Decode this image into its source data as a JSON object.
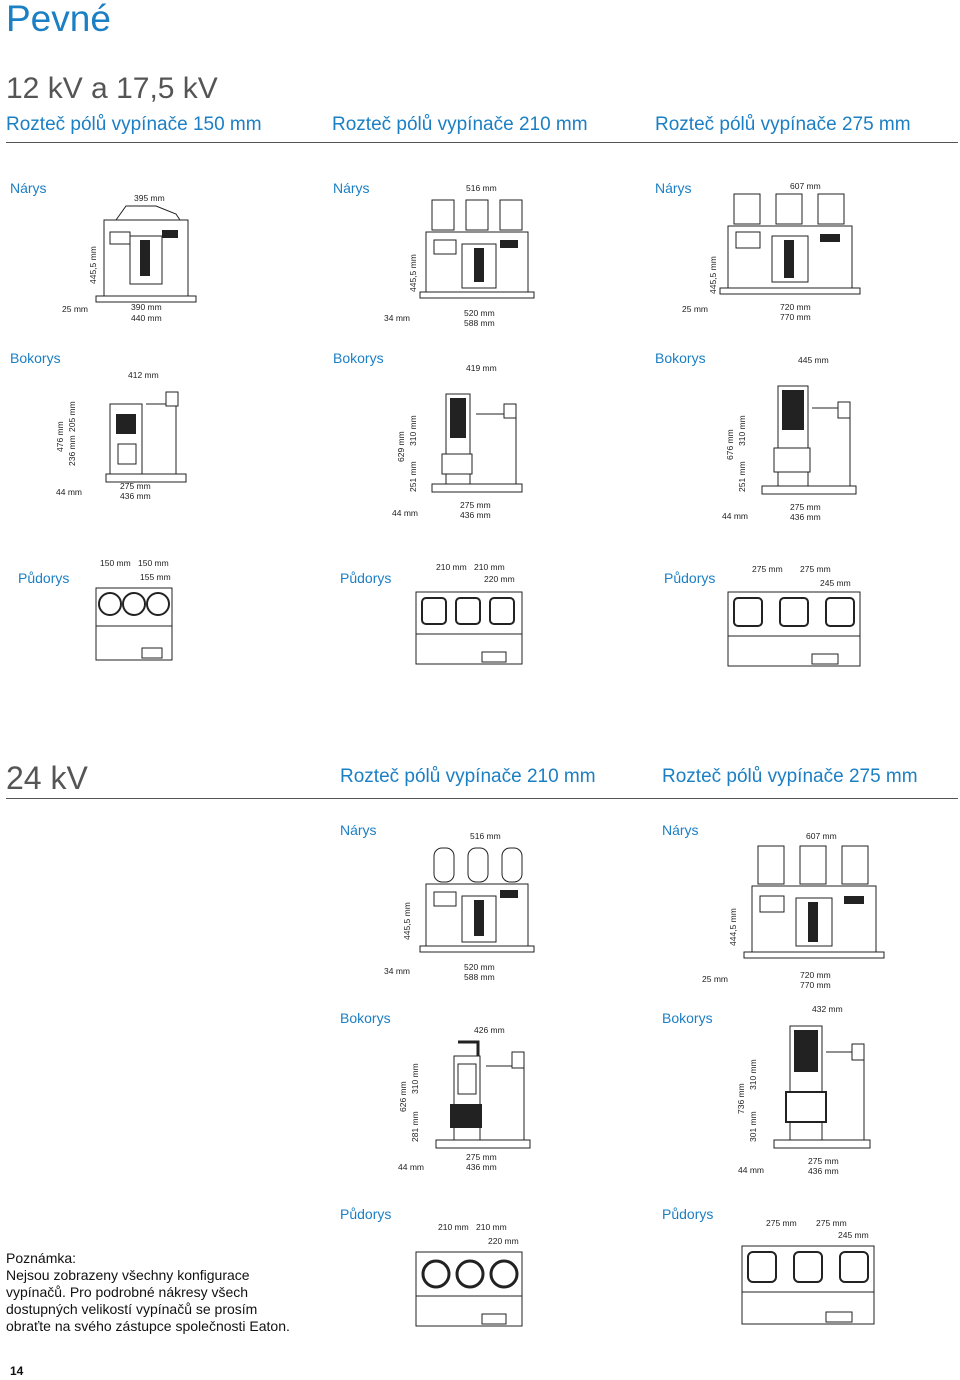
{
  "header": {
    "title": "Pevné"
  },
  "section_12kv": {
    "voltage": "12 kV a 17,5 kV",
    "spacing": [
      "Rozteč pólů vypínače 150 mm",
      "Rozteč pólů vypínače 210 mm",
      "Rozteč pólů vypínače 275 mm"
    ],
    "front": [
      {
        "label": "Nárys",
        "top": "395 mm",
        "height": "445,5 mm",
        "left": "25 mm",
        "b1": "390 mm",
        "b2": "440 mm"
      },
      {
        "label": "Nárys",
        "top": "516 mm",
        "height": "445,5 mm",
        "left": "34 mm",
        "b1": "520 mm",
        "b2": "588 mm"
      },
      {
        "label": "Nárys",
        "top": "607 mm",
        "height": "445,5 mm",
        "left": "25 mm",
        "b1": "720 mm",
        "b2": "770 mm"
      }
    ],
    "side": [
      {
        "label": "Bokorys",
        "top": "412 mm",
        "h_total": "476 mm",
        "h_upper": "205 mm",
        "h_lower": "236 mm",
        "left": "44 mm",
        "b1": "275 mm",
        "b2": "436 mm"
      },
      {
        "label": "Bokorys",
        "top": "419 mm",
        "h_total": "629 mm",
        "h_upper": "310 mm",
        "h_lower": "251 mm",
        "left": "44 mm",
        "b1": "275 mm",
        "b2": "436 mm"
      },
      {
        "label": "Bokorys",
        "top": "445 mm",
        "h_total": "676 mm",
        "h_upper": "310 mm",
        "h_lower": "251 mm",
        "left": "44 mm",
        "b1": "275 mm",
        "b2": "436 mm"
      }
    ],
    "plan": [
      {
        "label": "Půdorys",
        "p1": "150 mm",
        "p2": "150 mm",
        "offset": "155 mm"
      },
      {
        "label": "Půdorys",
        "p1": "210 mm",
        "p2": "210 mm",
        "offset": "220 mm"
      },
      {
        "label": "Půdorys",
        "p1": "275 mm",
        "p2": "275 mm",
        "offset": "245 mm"
      }
    ]
  },
  "section_24kv": {
    "voltage": "24 kV",
    "spacing": [
      "Rozteč pólů vypínače 210 mm",
      "Rozteč pólů vypínače 275 mm"
    ],
    "front": [
      {
        "label": "Nárys",
        "top": "516 mm",
        "height": "445,5 mm",
        "left": "34 mm",
        "b1": "520 mm",
        "b2": "588 mm"
      },
      {
        "label": "Nárys",
        "top": "607 mm",
        "height": "444,5 mm",
        "left": "25 mm",
        "b1": "720 mm",
        "b2": "770 mm"
      }
    ],
    "side": [
      {
        "label": "Bokorys",
        "top": "426 mm",
        "h_total": "626 mm",
        "h_upper": "310 mm",
        "h_lower": "281 mm",
        "left": "44 mm",
        "b1": "275 mm",
        "b2": "436 mm"
      },
      {
        "label": "Bokorys",
        "top": "432 mm",
        "h_total": "736 mm",
        "h_upper": "310 mm",
        "h_lower": "301 mm",
        "left": "44 mm",
        "b1": "275 mm",
        "b2": "436 mm"
      }
    ],
    "plan": [
      {
        "label": "Půdorys",
        "p1": "210 mm",
        "p2": "210 mm",
        "offset": "220 mm"
      },
      {
        "label": "Půdorys",
        "p1": "275 mm",
        "p2": "275 mm",
        "offset": "245 mm"
      }
    ]
  },
  "note": {
    "title": "Poznámka:",
    "text": "Nejsou zobrazeny všechny konfigurace vypínačů. Pro podrobné nákresy všech dostupných velikostí vypínačů se prosím obraťte na svého zástupce společnosti Eaton."
  },
  "page_number": "14"
}
